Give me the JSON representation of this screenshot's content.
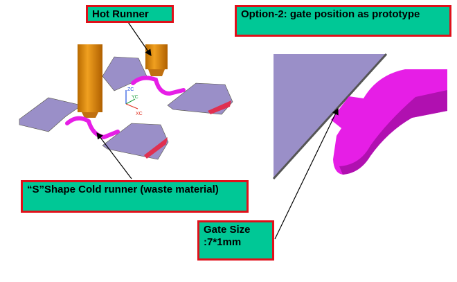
{
  "labels": {
    "hot_runner": "Hot Runner",
    "option": "Option-2: gate position as prototype",
    "cold_runner": "“S”Shape Cold runner (waste material)",
    "gate_size": "Gate Size :7*1mm"
  },
  "axes": {
    "z": "ZC",
    "y": "YC",
    "x": "XC"
  },
  "colors": {
    "label_bg": "#00c896",
    "label_border": "#e0101a",
    "runner": "#e61ee6",
    "part": "#9a8fc8",
    "nozzle": "#e08c0c"
  }
}
